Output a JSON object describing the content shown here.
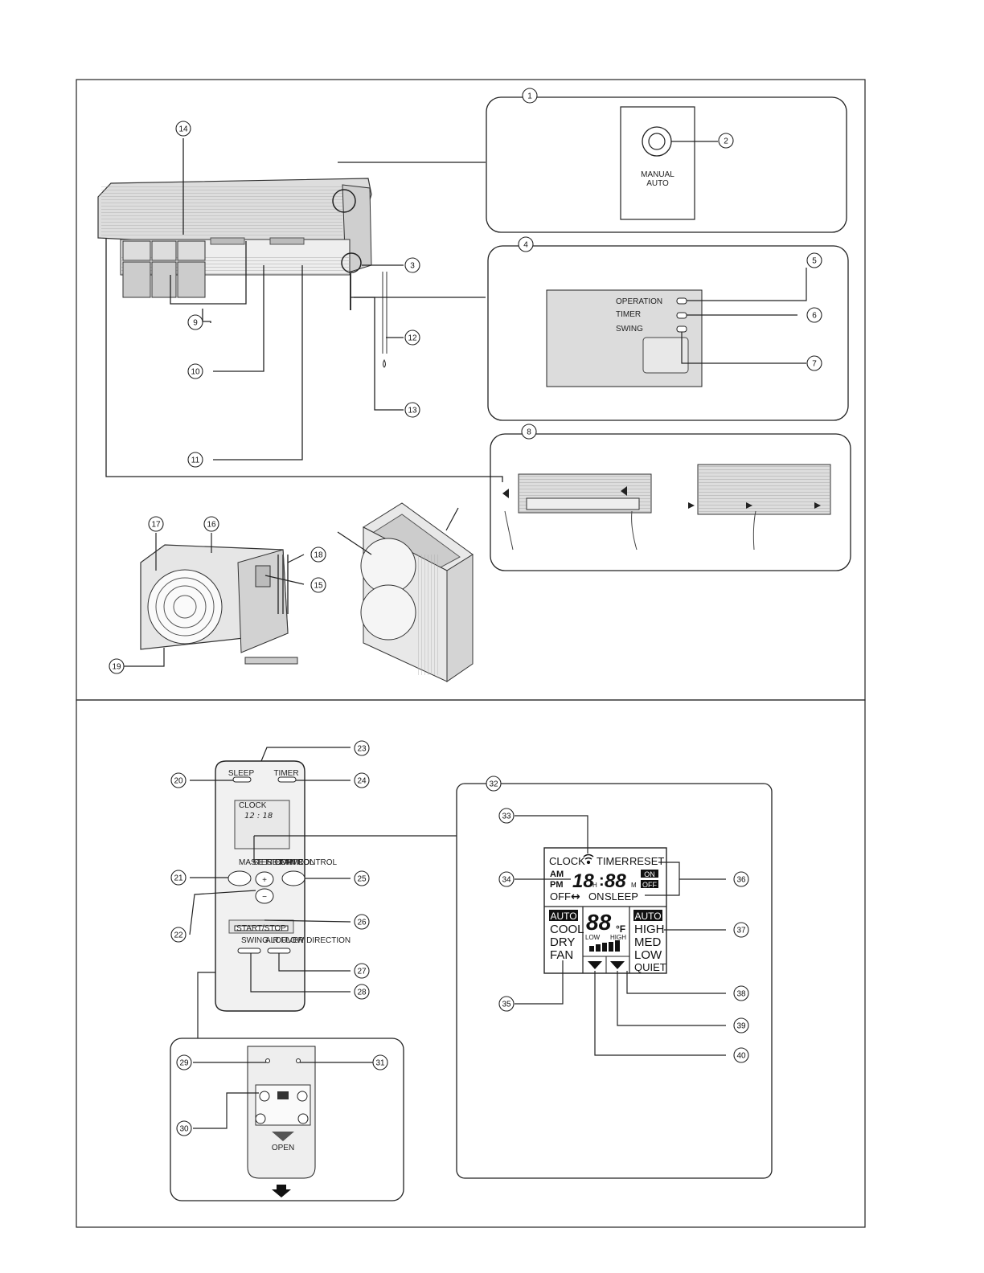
{
  "callouts": [
    "1",
    "2",
    "3",
    "4",
    "5",
    "6",
    "7",
    "8",
    "9",
    "10",
    "11",
    "12",
    "13",
    "14",
    "15",
    "16",
    "17",
    "18",
    "19",
    "20",
    "21",
    "22",
    "23",
    "24",
    "25",
    "26",
    "27",
    "28",
    "29",
    "30",
    "31",
    "32",
    "33",
    "34",
    "35",
    "36",
    "37",
    "38",
    "39",
    "40"
  ],
  "manual_auto": {
    "line1": "MANUAL",
    "line2": "AUTO"
  },
  "indicators": {
    "operation": "OPERATION",
    "timer": "TIMER",
    "swing": "SWING"
  },
  "remote": {
    "sleep": "SLEEP",
    "timer": "TIMER",
    "clock_label": "CLOCK",
    "clock_time": "12 : 18",
    "master_control": "MASTER CONTROL",
    "set_temp": "SET TEMP",
    "set_time": "SET TIME",
    "fan_control": "FAN CONTROL",
    "plus": "+",
    "minus": "−",
    "start_stop": "START/STOP",
    "swing_louver": "SWING LOUVER",
    "air_flow_direction": "AIR FLOW DIRECTION",
    "open": "OPEN"
  },
  "lcd": {
    "clock": "CLOCK",
    "timer": "TIMER",
    "reset": "RESET",
    "am": "AM",
    "pm": "PM",
    "hours": "18",
    "h": "H",
    "colon": ":",
    "minutes": "88",
    "m": "M",
    "on": "ON",
    "off": "OFF",
    "off_on_sleep_off": "OFF",
    "off_on_sleep_arrow": "↔",
    "off_on_sleep_on": "ON",
    "off_on_sleep_sleep": "SLEEP",
    "mode_auto": "AUTO",
    "mode_cool": "COOL",
    "mode_dry": "DRY",
    "mode_fan": "FAN",
    "temp": "88",
    "unit": "°F",
    "low": "LOW",
    "high": "HIGH",
    "fan_auto": "AUTO",
    "fan_high": "HIGH",
    "fan_med": "MED",
    "fan_low": "LOW",
    "fan_quiet": "QUIET"
  }
}
